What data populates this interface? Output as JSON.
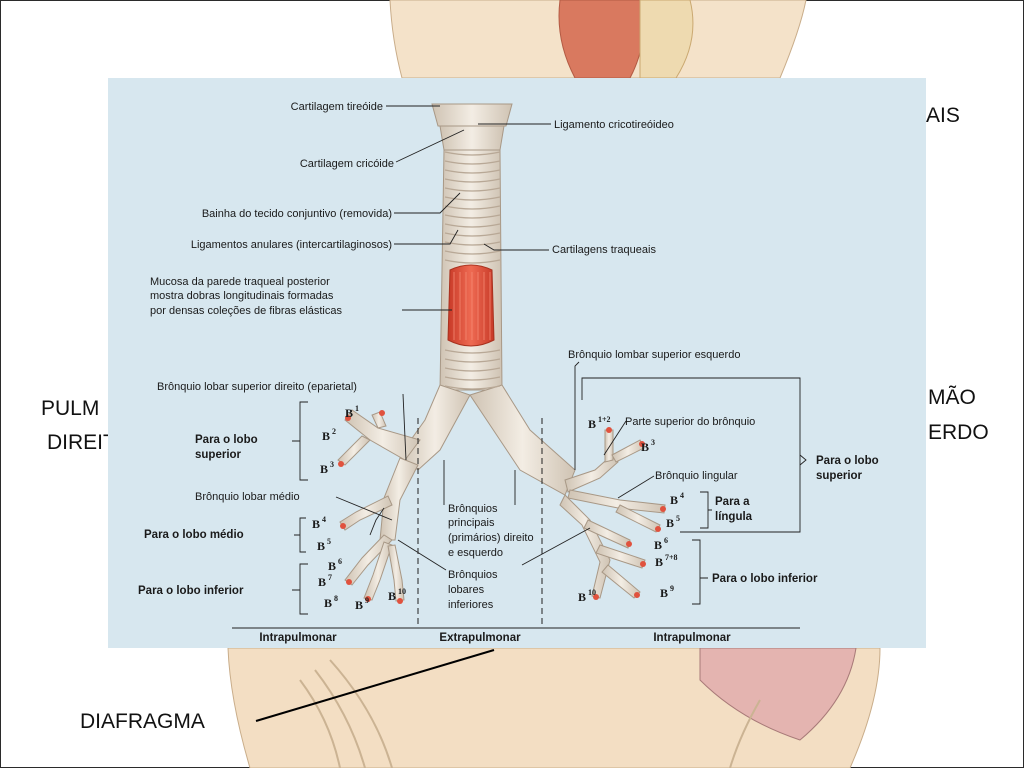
{
  "background": {
    "top_right_partial": "AIS",
    "left_label_line1": "PULM",
    "left_label_line2": "DIREIT",
    "right_label_line1": "MÃO",
    "right_label_line2": "ERDO",
    "bottom_label": "DIAFRAGMA"
  },
  "figure": {
    "top_labels": {
      "cartilagem_tireoide": "Cartilagem tireóide",
      "cartilagem_cricoide": "Cartilagem cricóide",
      "bainha": "Bainha do tecido conjuntivo (removida)",
      "ligamentos_anulares": "Ligamentos anulares (intercartilaginosos)",
      "mucosa_line1": "Mucosa da parede traqueal posterior",
      "mucosa_line2": "mostra dobras longitudinais formadas",
      "mucosa_line3": "por densas coleções de fibras elásticas",
      "ligamento_cricotireoideo": "Ligamento cricotireóideo",
      "cartilagens_traqueais": "Cartilagens traqueais"
    },
    "right_labels": {
      "bronquio_lombar_sup_esq": "Brônquio lombar superior esquerdo",
      "parte_superior": "Parte superior do brônquio",
      "bronquio_lingular": "Brônquio lingular",
      "para_lobo_superior_1": "Para o lobo",
      "para_lobo_superior_2": "superior",
      "para_a_lingula_1": "Para a",
      "para_a_lingula_2": "língula",
      "para_lobo_inferior": "Para o lobo inferior"
    },
    "left_labels": {
      "bronquio_lobar_sup_dir": "Brônquio lobar superior direito (eparietal)",
      "para_lobo_superior_1": "Para o lobo",
      "para_lobo_superior_2": "superior",
      "bronquio_lobar_medio": "Brônquio lobar médio",
      "para_lobo_medio": "Para o lobo médio",
      "para_lobo_inferior": "Para o lobo inferior"
    },
    "center_labels": {
      "principais_1": "Brônquios",
      "principais_2": "principais",
      "principais_3": "(primários) direito",
      "principais_4": "e esquerdo",
      "lobares_1": "Brônquios",
      "lobares_2": "lobares",
      "lobares_3": "inferiores"
    },
    "bottom_labels": {
      "intrapulmonar_left": "Intrapulmonar",
      "extrapulmonar": "Extrapulmonar",
      "intrapulmonar_right": "Intrapulmonar"
    },
    "segments_left": {
      "b1": "B",
      "b1_sup": "1",
      "b2": "B",
      "b2_sup": "2",
      "b3": "B",
      "b3_sup": "3",
      "b4": "B",
      "b4_sup": "4",
      "b5": "B",
      "b5_sup": "5",
      "b6": "B",
      "b6_sup": "6",
      "b7": "B",
      "b7_sup": "7",
      "b8": "B",
      "b8_sup": "8",
      "b9": "B",
      "b9_sup": "9",
      "b10": "B",
      "b10_sup": "10"
    },
    "segments_right": {
      "b12": "B",
      "b12_sup": "1+2",
      "b3": "B",
      "b3_sup": "3",
      "b4": "B",
      "b4_sup": "4",
      "b5": "B",
      "b5_sup": "5",
      "b6": "B",
      "b6_sup": "6",
      "b78": "B",
      "b78_sup": "7+8",
      "b9": "B",
      "b9_sup": "9",
      "b10": "B",
      "b10_sup": "10"
    }
  },
  "colors": {
    "panel_bg": "#d7e7ef",
    "trachea": "#e9e1d6",
    "mucosa": "#e0523e",
    "background_skin": "#f1dcc0"
  }
}
